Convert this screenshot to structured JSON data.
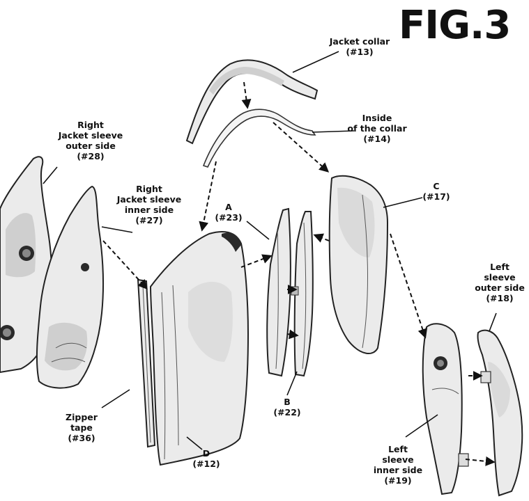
{
  "figure_title": "FIG.3",
  "labels": {
    "jacket_collar": [
      "Jacket collar",
      "(#13)"
    ],
    "inside_collar": [
      "Inside",
      "of the collar",
      "(#14)"
    ],
    "right_outer": [
      "Right",
      "Jacket sleeve",
      "outer side",
      "(#28)"
    ],
    "right_inner": [
      "Right",
      "Jacket sleeve",
      "inner side",
      "(#27)"
    ],
    "part_a": [
      "A",
      "(#23)"
    ],
    "part_c": [
      "C",
      "(#17)"
    ],
    "left_outer": [
      "Left",
      "sleeve",
      "outer side",
      "(#18)"
    ],
    "zipper": [
      "Zipper",
      "tape",
      "(#36)"
    ],
    "part_d": [
      "D",
      "(#12)"
    ],
    "part_b": [
      "B",
      "(#22)"
    ],
    "left_inner": [
      "Left",
      "sleeve",
      "inner side",
      "(#19)"
    ]
  }
}
